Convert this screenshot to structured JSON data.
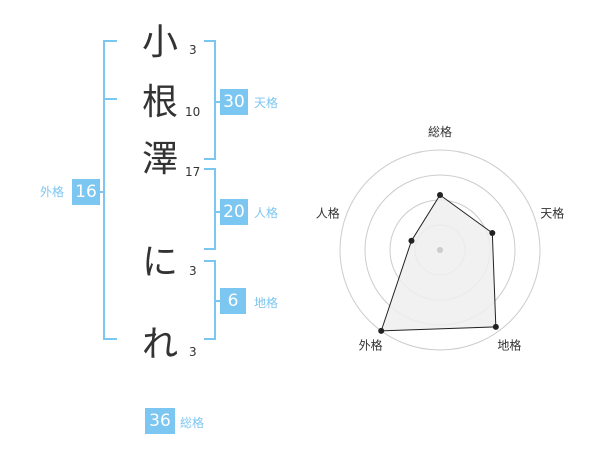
{
  "name_chars": [
    {
      "char": "小",
      "strokes": "3"
    },
    {
      "char": "根",
      "strokes": "10"
    },
    {
      "char": "澤",
      "strokes": "17"
    },
    {
      "char": "に",
      "strokes": "3"
    },
    {
      "char": "れ",
      "strokes": "3"
    }
  ],
  "fortune": {
    "tenkaku": {
      "label": "天格",
      "value": "30"
    },
    "jinkaku": {
      "label": "人格",
      "value": "20"
    },
    "chikaku": {
      "label": "地格",
      "value": "6"
    },
    "gaikaku": {
      "label": "外格",
      "value": "16"
    },
    "soukaku": {
      "label": "総格",
      "value": "36"
    }
  },
  "chart_data": {
    "type": "radar",
    "axes": [
      "総格",
      "天格",
      "地格",
      "外格",
      "人格"
    ],
    "values": [
      0.55,
      0.55,
      0.95,
      1.0,
      0.3
    ],
    "rings": 4,
    "ring_color": "#cccccc",
    "fill_color": "#eeeeee",
    "line_color": "#222222"
  }
}
